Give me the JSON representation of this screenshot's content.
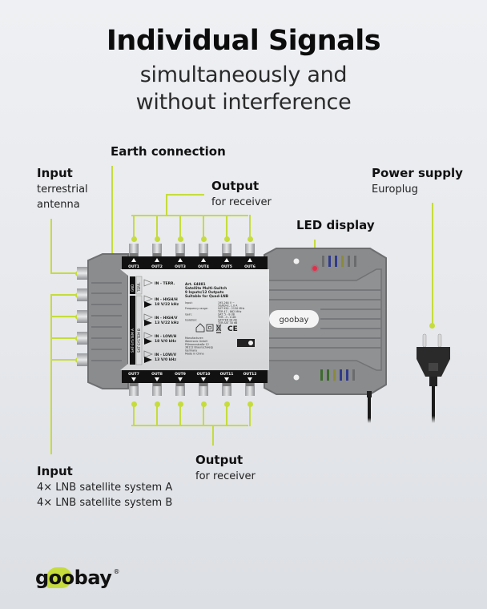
{
  "header": {
    "title": "Individual Signals",
    "subtitle_line1": "simultaneously and",
    "subtitle_line2": "without interference"
  },
  "callouts": {
    "earth": {
      "title": "Earth connection"
    },
    "input_terrestrial": {
      "title": "Input",
      "line1": "terrestrial",
      "line2": "antenna"
    },
    "output_top": {
      "title": "Output",
      "line1": "for receiver"
    },
    "led": {
      "title": "LED display"
    },
    "power": {
      "title": "Power supply",
      "line1": "Europlug"
    },
    "input_sat": {
      "title": "Input",
      "line1": "4× LNB satellite system A",
      "line2": "4× LNB satellite system B"
    },
    "output_bottom": {
      "title": "Output",
      "line1": "for receiver"
    }
  },
  "device": {
    "top_outputs": [
      "OUT1",
      "OUT2",
      "OUT3",
      "OUT4",
      "OUT5",
      "OUT6"
    ],
    "bottom_outputs": [
      "OUT7",
      "OUT8",
      "OUT9",
      "OUT10",
      "OUT11",
      "OUT12"
    ],
    "inputs": [
      {
        "name": "IN - TERR.",
        "spec": ""
      },
      {
        "name": "IN - HIGH/H",
        "spec": "18 V/22 kHz"
      },
      {
        "name": "IN - HIGH/V",
        "spec": "13 V/22 kHz"
      },
      {
        "name": "IN - LOW/H",
        "spec": "18 V/0 kHz"
      },
      {
        "name": "IN - LOW/V",
        "spec": "13 V/0 kHz"
      }
    ],
    "gnd_label": "GND",
    "terr_label": "TERR.",
    "sat_a_label": "SAT-SYSTEM A",
    "sat_b_label": "SAT-SYSTEM B",
    "spec_title": [
      "Art. 64881",
      "Satellite Multi-Switch",
      "9 Inputs/12 Outputs",
      "Suitable for Quad-LNB"
    ],
    "spec_keys": [
      "Input:",
      "",
      "Frequency range:",
      "",
      "Gain:",
      "",
      "Isolation:",
      ""
    ],
    "spec_vals": [
      "195-264 V ~",
      "50/60Hz, 1.0 A",
      "SAT 950 - 2150 MHz",
      "TER 47 - 862 MHz",
      "SAT: 5 - 8 dB",
      "TER: -3 - 0 dB",
      "SAT-TER 28 dB",
      "TER-SAT 30 dB"
    ],
    "manufacturer": [
      "Manufacturer:",
      "Wentronic GmbH",
      "Pillmannstraße 12",
      "38112 Braunschweig",
      "Germany",
      "Made in China"
    ],
    "ce_mark": "CE",
    "brand_badge": "goobay"
  },
  "footer": {
    "logo": "goobay"
  },
  "colors": {
    "accent": "#c6dc3c",
    "body_gray": "#8a8b8d",
    "led_red": "#e0304a"
  }
}
